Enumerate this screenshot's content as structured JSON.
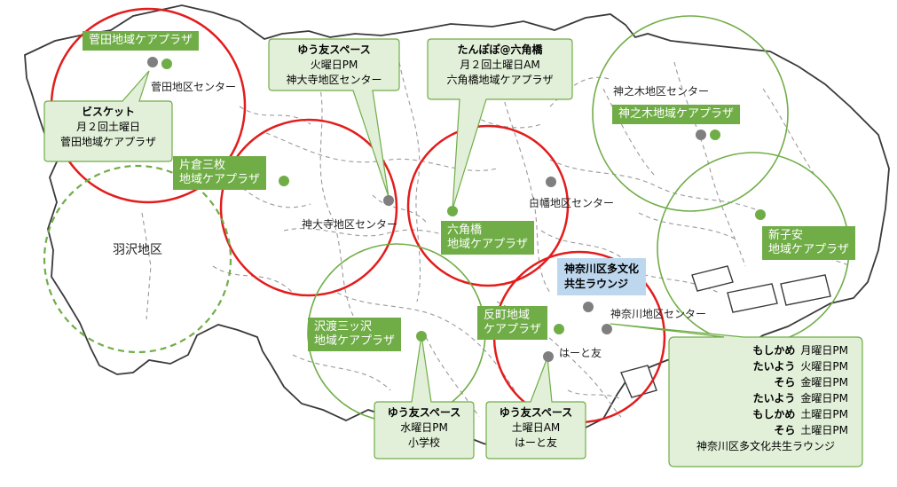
{
  "colors": {
    "ring_red": "#e31c1c",
    "ring_green": "#70ad47",
    "label_green": "#70ad47",
    "callout_fill": "#e2f0d9",
    "callout_border": "#70ad47",
    "lounge_fill": "#bdd7ee",
    "dot_gray": "#7f7f7f",
    "dot_green": "#70ad47"
  },
  "care_plazas": [
    {
      "name": "菅田地域ケアプラザ"
    },
    {
      "name": "片倉三枚",
      "name2": "地域ケアプラザ"
    },
    {
      "name": "六角橋",
      "name2": "地域ケアプラザ"
    },
    {
      "name": "神之木地域ケアプラザ"
    },
    {
      "name": "新子安",
      "name2": "地域ケアプラザ"
    },
    {
      "name": "沢渡三ッ沢",
      "name2": "地域ケアプラザ"
    },
    {
      "name": "反町地域",
      "name2": "ケアプラザ"
    }
  ],
  "district_centers": [
    "菅田地区センター",
    "神大寺地区センター",
    "白幡地区センター",
    "神之木地区センター",
    "神奈川地区センター"
  ],
  "areas": {
    "hazawa": "羽沢地区",
    "haatomo": "はーと友"
  },
  "lounge": {
    "line1": "神奈川区多文化",
    "line2": "共生ラウンジ"
  },
  "callouts": {
    "biscuit": {
      "title": "ビスケット",
      "line1": "月２回土曜日",
      "line2": "菅田地域ケアプラザ"
    },
    "yuutomo_kadaiji": {
      "title": "ゆう友スペース",
      "line1": "火曜日PM",
      "line2": "神大寺地区センター"
    },
    "tanpopo": {
      "title": "たんぽぽ@六角橋",
      "line1": "月２回土曜日AM",
      "line2": "六角橋地域ケアプラザ"
    },
    "yuutomo_school": {
      "title": "ゆう友スペース",
      "line1": "水曜日PM",
      "line2": "小学校"
    },
    "yuutomo_haato": {
      "title": "ゆう友スペース",
      "line1": "土曜日AM",
      "line2": "はーと友"
    }
  },
  "lounge_schedule": {
    "rows": [
      {
        "name": "もしかめ",
        "day": "月曜日PM"
      },
      {
        "name": "たいよう",
        "day": "火曜日PM"
      },
      {
        "name": "そら",
        "day": "金曜日PM"
      },
      {
        "name": "たいよう",
        "day": "金曜日PM"
      },
      {
        "name": "もしかめ",
        "day": "土曜日PM"
      },
      {
        "name": "そら",
        "day": "土曜日PM"
      }
    ],
    "footer": "神奈川区多文化共生ラウンジ"
  }
}
